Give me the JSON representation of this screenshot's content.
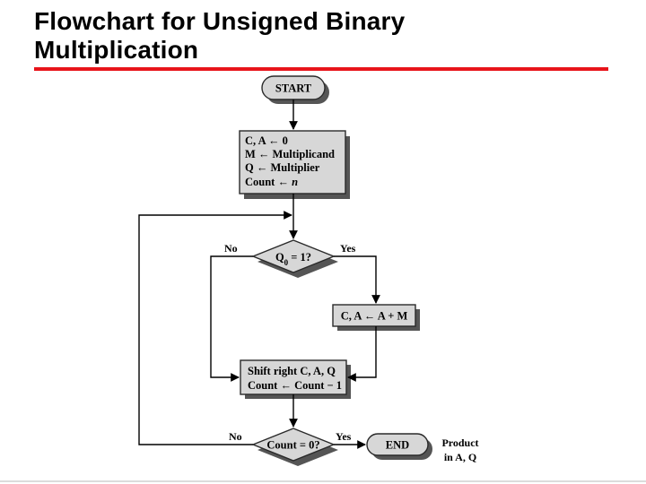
{
  "slide": {
    "title_line1": "Flowchart for Unsigned Binary",
    "title_line2": "Multiplication"
  },
  "flowchart": {
    "start": "START",
    "init": {
      "line1": "C, A ← 0",
      "line2": "M ← Multiplicand",
      "line3": "Q ← Multiplier",
      "line4_prefix": "Count ← ",
      "line4_var": "n"
    },
    "decision_q0": {
      "q": "Q",
      "sub": "0",
      "rest": " = 1?"
    },
    "add": "C, A ← A + M",
    "shift": {
      "line1": "Shift right C, A, Q",
      "line2": "Count ← Count − 1"
    },
    "decision_count": "Count = 0?",
    "end": "END",
    "result": {
      "line1": "Product",
      "line2": "in A, Q"
    },
    "labels": {
      "no": "No",
      "yes": "Yes"
    }
  },
  "colors": {
    "accent_rule": "#e8141b",
    "box_fill": "#d7d7d7",
    "shadow": "#555555"
  }
}
